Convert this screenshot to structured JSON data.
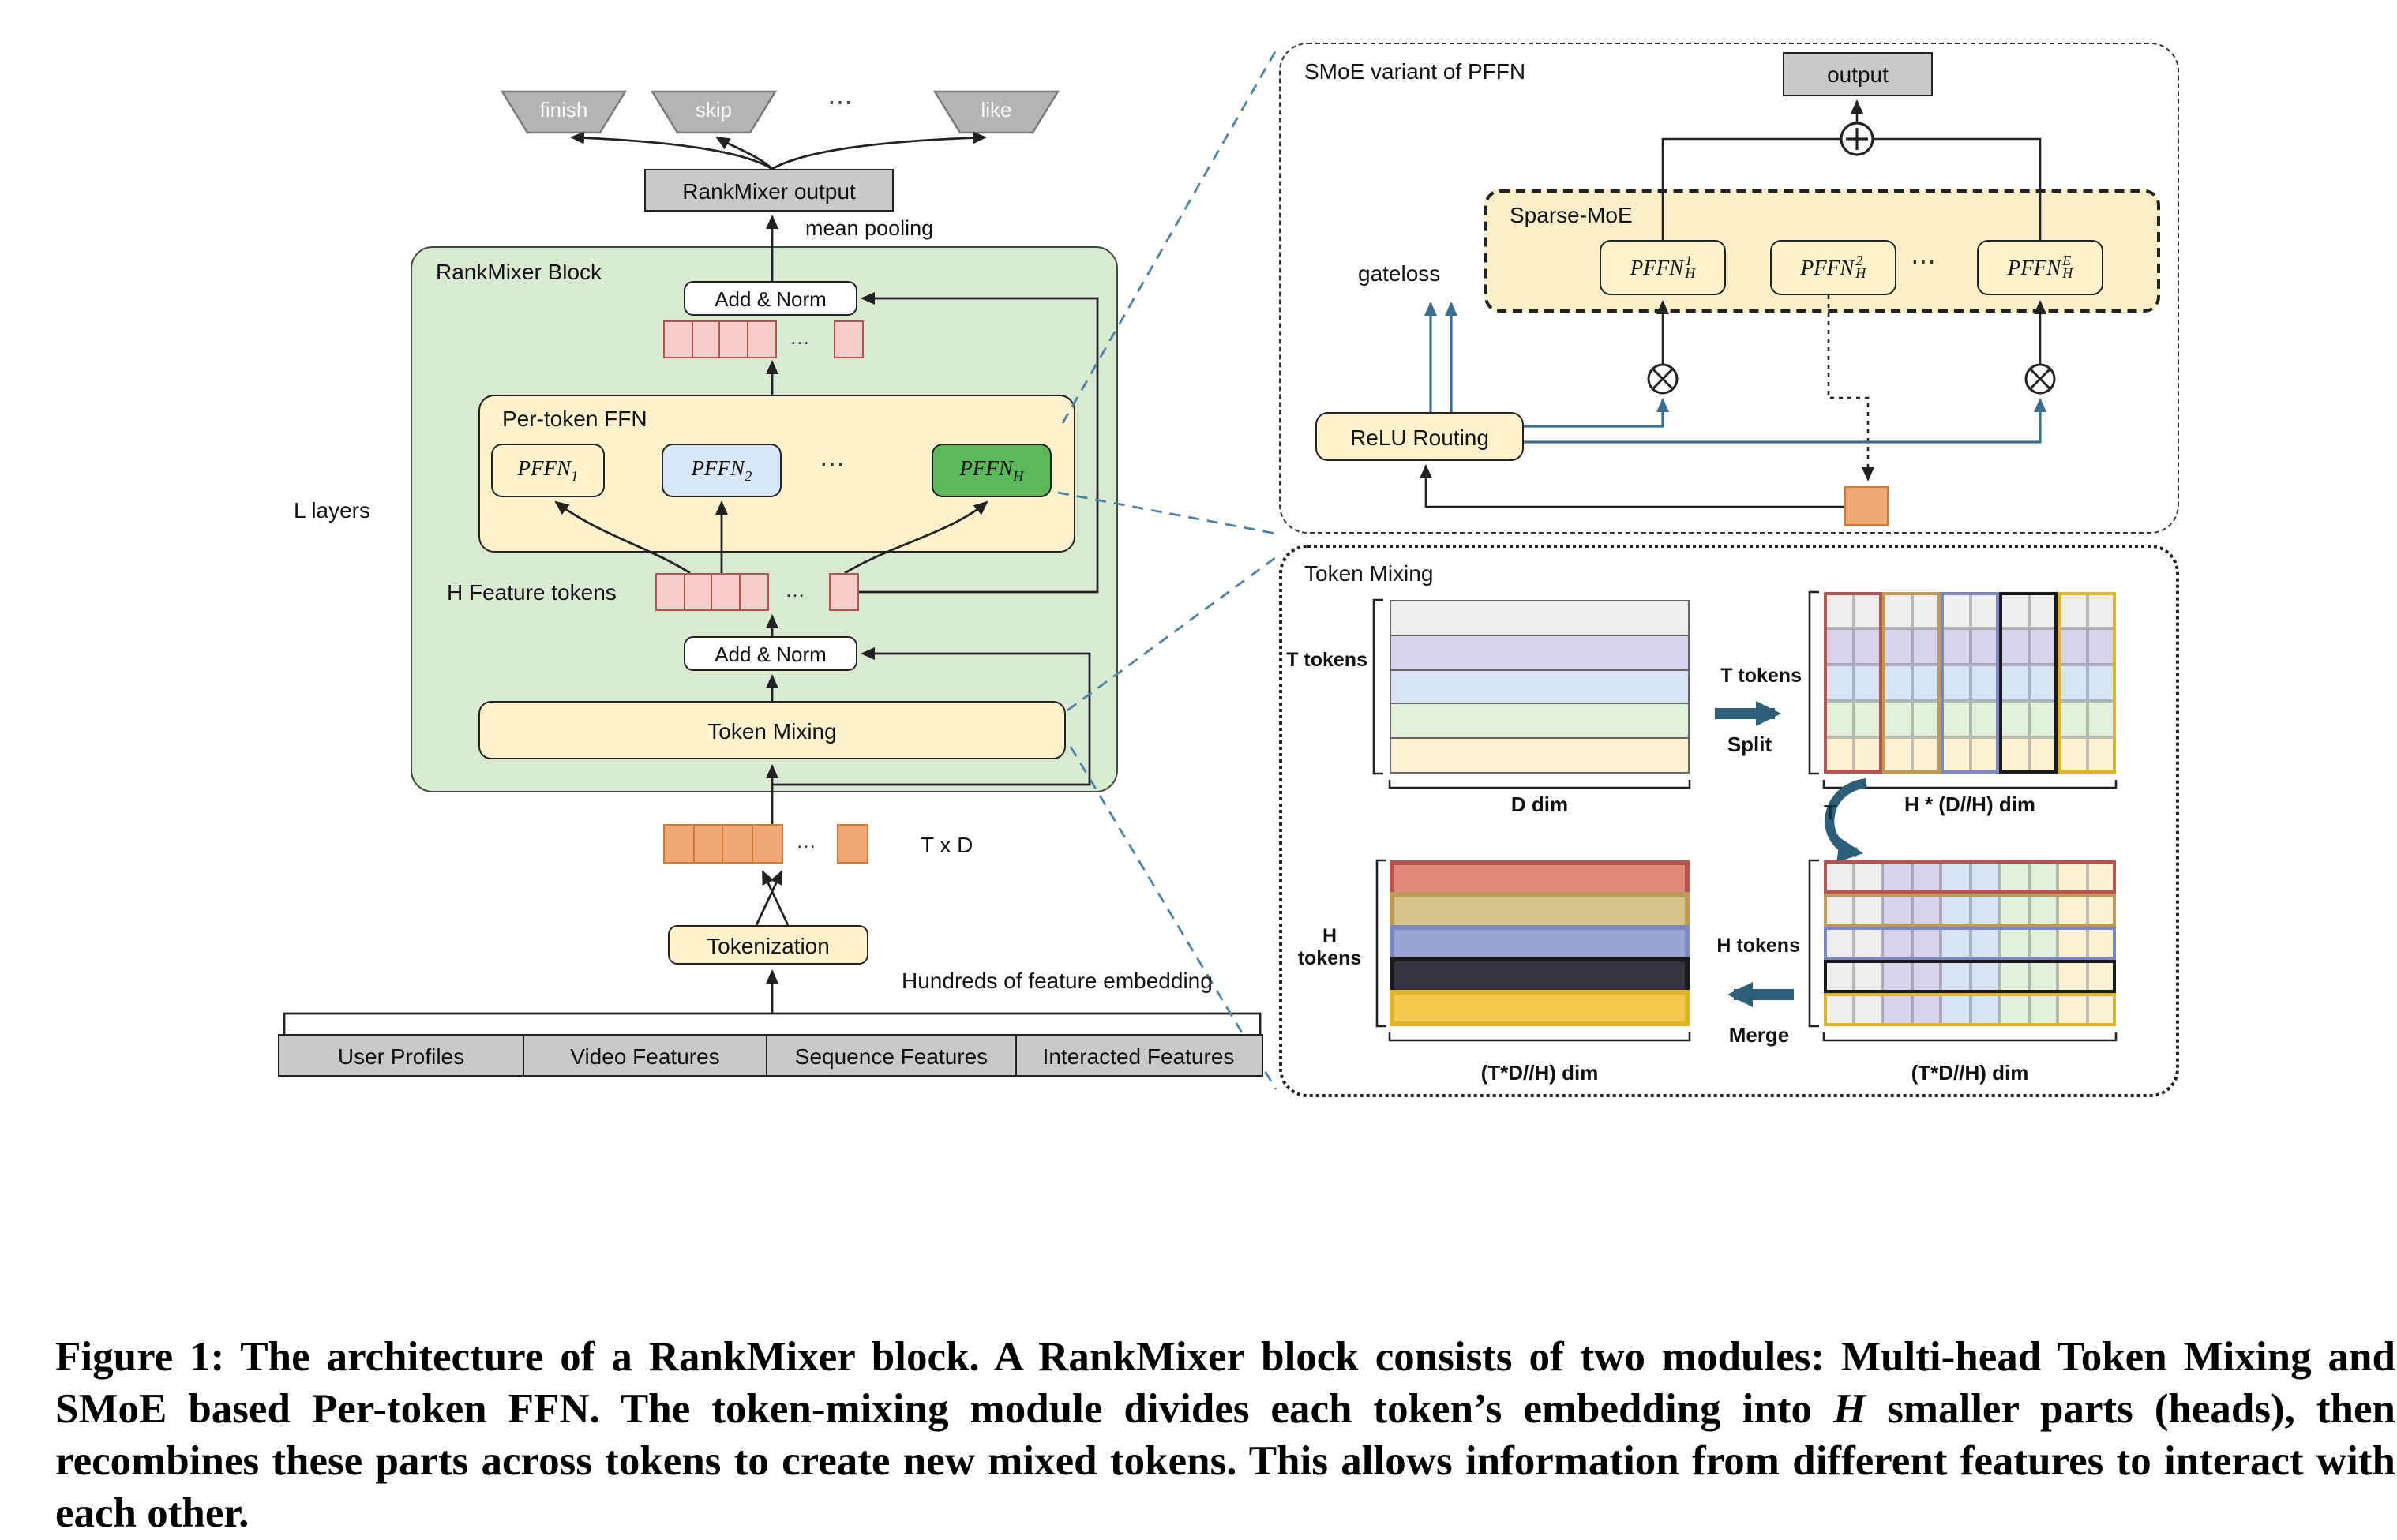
{
  "caption": {
    "part1": "Figure 1: The architecture of a RankMixer block. A RankMixer block consists of two modules: Multi-head Token Mixing and SMoE based Per-token FFN. The token-mixing module divides each token’s embedding into ",
    "italic_h": "H",
    "part2": " smaller parts (heads), then recombines these parts across tokens to create new mixed tokens. This allows information from different features to interact with each other."
  },
  "left": {
    "l_layers": "L layers",
    "heads": {
      "finish": "finish",
      "skip": "skip",
      "like": "like",
      "dots": "⋯"
    },
    "rankmixer_output": "RankMixer output",
    "mean_pooling": "mean pooling",
    "block_label": "RankMixer Block",
    "add_norm": "Add & Norm",
    "per_token_ffn": "Per-token FFN",
    "pffn": {
      "base": "PFFN",
      "sub1": "1",
      "sub2": "2",
      "subH": "H",
      "dots": "⋯"
    },
    "h_feature_tokens": "H Feature tokens",
    "token_mixing": "Token Mixing",
    "dots_tokens": "…",
    "t_x_d": "T x D",
    "tokenization": "Tokenization",
    "hundreds_label": "Hundreds of feature embedding",
    "features": [
      "User Profiles",
      "Video Features",
      "Sequence Features",
      "Interacted Features"
    ]
  },
  "smoe": {
    "title": "SMoE variant of PFFN",
    "output": "output",
    "sparse_moe": "Sparse-MoE",
    "gateloss": "gateloss",
    "relu_routing": "ReLU Routing",
    "dots": "⋯",
    "experts": [
      {
        "base": "PFFN",
        "sup": "1",
        "sub": "H"
      },
      {
        "base": "PFFN",
        "sup": "2",
        "sub": "H"
      },
      {
        "base": "PFFN",
        "sup": "E",
        "sub": "H"
      }
    ]
  },
  "mixing": {
    "title": "Token Mixing",
    "t_tokens": "T tokens",
    "h_tokens": "H tokens",
    "h_tokens_line1": "H",
    "h_tokens_line2": "tokens",
    "d_dim": "D dim",
    "split": "Split",
    "transpose": "T",
    "merge": "Merge",
    "head_dim": "H * (D//H) dim",
    "merged_dim": "(T*D//H) dim",
    "matrices": {
      "rows": 5,
      "cols": 10,
      "token_row_fills": [
        "#ededed",
        "#d9d2ec",
        "#d8e3f3",
        "#e2efda",
        "#fbf2d6"
      ],
      "head_border_colors": [
        "#b85450",
        "#bf9a55",
        "#7b87c3",
        "#1a1a1a",
        "#e0b32f"
      ],
      "head_row_fills": [
        "#e08a7d",
        "#d6c28b",
        "#9aa5d3",
        "#34343e",
        "#f2c94e"
      ]
    }
  },
  "colors": {
    "accent_blue": "#3b6e8f",
    "dark_arrow": "#2e5f78",
    "panel_yellow": "#fff2cc",
    "block_green": "#d8ead2",
    "token_pink": "#f8cecc",
    "token_pink_border": "#b85450",
    "token_orange": "#f3a977",
    "token_orange_border": "#cf7b3a",
    "box_gray": "#c9c9c9"
  }
}
